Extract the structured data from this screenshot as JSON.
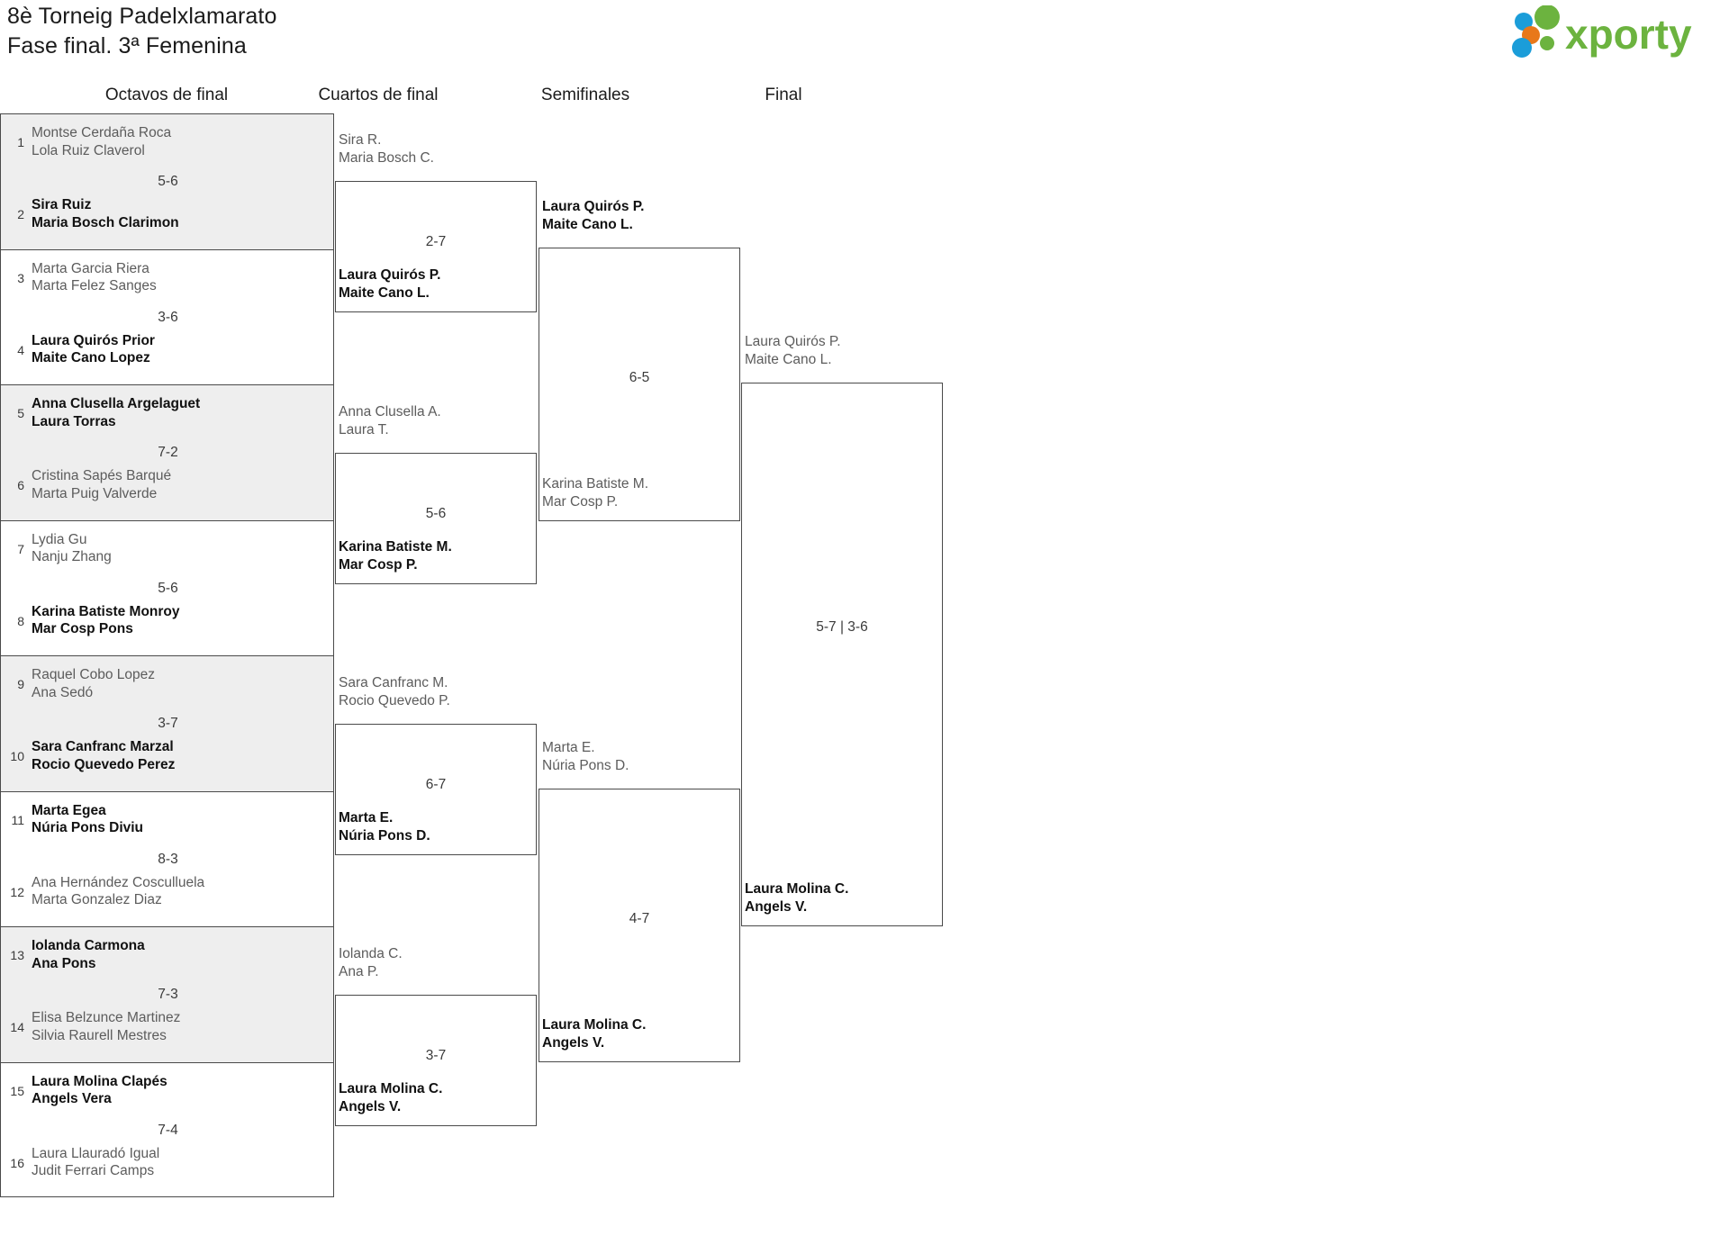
{
  "header": {
    "title_line1": "8è Torneig Padelxlamarato",
    "title_line2": "Fase final. 3ª Femenina",
    "logo_text": "xporty",
    "logo_colors": {
      "green": "#6cb33f",
      "blue": "#1b9dd9",
      "orange": "#e8781a"
    }
  },
  "rounds": [
    {
      "id": "r16",
      "label": "Octavos de final"
    },
    {
      "id": "qf",
      "label": "Cuartos de final"
    },
    {
      "id": "sf",
      "label": "Semifinales"
    },
    {
      "id": "f",
      "label": "Final"
    }
  ],
  "round_of_16": [
    {
      "seed_top": "1",
      "top": {
        "p1": "Montse Cerdaña Roca",
        "p2": "Lola Ruiz Claverol",
        "winner": false
      },
      "seed_bot": "2",
      "bot": {
        "p1": "Sira Ruiz",
        "p2": "Maria Bosch Clarimon",
        "winner": true
      },
      "score": "5-6",
      "shaded": true
    },
    {
      "seed_top": "3",
      "top": {
        "p1": "Marta Garcia Riera",
        "p2": "Marta Felez Sanges",
        "winner": false
      },
      "seed_bot": "4",
      "bot": {
        "p1": "Laura Quirós Prior",
        "p2": "Maite Cano Lopez",
        "winner": true
      },
      "score": "3-6",
      "shaded": false
    },
    {
      "seed_top": "5",
      "top": {
        "p1": "Anna Clusella Argelaguet",
        "p2": "Laura Torras",
        "winner": true
      },
      "seed_bot": "6",
      "bot": {
        "p1": "Cristina Sapés Barqué",
        "p2": "Marta Puig Valverde",
        "winner": false
      },
      "score": "7-2",
      "shaded": true
    },
    {
      "seed_top": "7",
      "top": {
        "p1": "Lydia Gu",
        "p2": "Nanju Zhang",
        "winner": false
      },
      "seed_bot": "8",
      "bot": {
        "p1": "Karina Batiste Monroy",
        "p2": "Mar Cosp Pons",
        "winner": true
      },
      "score": "5-6",
      "shaded": false
    },
    {
      "seed_top": "9",
      "top": {
        "p1": "Raquel Cobo Lopez",
        "p2": "Ana Sedó",
        "winner": false
      },
      "seed_bot": "10",
      "bot": {
        "p1": "Sara Canfranc Marzal",
        "p2": "Rocio Quevedo Perez",
        "winner": true
      },
      "score": "3-7",
      "shaded": true
    },
    {
      "seed_top": "11",
      "top": {
        "p1": "Marta Egea",
        "p2": "Núria Pons Diviu",
        "winner": true
      },
      "seed_bot": "12",
      "bot": {
        "p1": "Ana Hernández Cosculluela",
        "p2": "Marta Gonzalez Diaz",
        "winner": false
      },
      "score": "8-3",
      "shaded": false
    },
    {
      "seed_top": "13",
      "top": {
        "p1": "Iolanda Carmona",
        "p2": "Ana Pons",
        "winner": true
      },
      "seed_bot": "14",
      "bot": {
        "p1": "Elisa Belzunce Martinez",
        "p2": "Silvia Raurell Mestres",
        "winner": false
      },
      "score": "7-3",
      "shaded": true
    },
    {
      "seed_top": "15",
      "top": {
        "p1": "Laura Molina Clapés",
        "p2": "Angels Vera",
        "winner": true
      },
      "seed_bot": "16",
      "bot": {
        "p1": "Laura Llauradó Igual",
        "p2": "Judit Ferrari Camps",
        "winner": false
      },
      "score": "7-4",
      "shaded": false
    }
  ],
  "quarterfinals": [
    {
      "top": {
        "p1": "Sira R.",
        "p2": "Maria Bosch C.",
        "winner": false
      },
      "bot": {
        "p1": "Laura Quirós P.",
        "p2": "Maite Cano L.",
        "winner": true
      },
      "score": "2-7"
    },
    {
      "top": {
        "p1": "Anna Clusella A.",
        "p2": "Laura T.",
        "winner": false
      },
      "bot": {
        "p1": "Karina Batiste M.",
        "p2": "Mar Cosp P.",
        "winner": true
      },
      "score": "5-6"
    },
    {
      "top": {
        "p1": "Sara Canfranc M.",
        "p2": "Rocio Quevedo P.",
        "winner": false
      },
      "bot": {
        "p1": "Marta E.",
        "p2": "Núria Pons D.",
        "winner": true
      },
      "score": "6-7"
    },
    {
      "top": {
        "p1": "Iolanda C.",
        "p2": "Ana P.",
        "winner": false
      },
      "bot": {
        "p1": "Laura Molina C.",
        "p2": "Angels V.",
        "winner": true
      },
      "score": "3-7"
    }
  ],
  "semifinals": [
    {
      "top": {
        "p1": "Laura Quirós P.",
        "p2": "Maite Cano L.",
        "winner": true
      },
      "bot": {
        "p1": "Karina Batiste M.",
        "p2": "Mar Cosp P.",
        "winner": false
      },
      "score": "6-5"
    },
    {
      "top": {
        "p1": "Marta E.",
        "p2": "Núria Pons D.",
        "winner": false
      },
      "bot": {
        "p1": "Laura Molina C.",
        "p2": "Angels V.",
        "winner": true
      },
      "score": "4-7"
    }
  ],
  "final": [
    {
      "top": {
        "p1": "Laura Quirós P.",
        "p2": "Maite Cano L.",
        "winner": false
      },
      "bot": {
        "p1": "Laura Molina C.",
        "p2": "Angels V.",
        "winner": true
      },
      "score": "5-7 | 3-6"
    }
  ]
}
